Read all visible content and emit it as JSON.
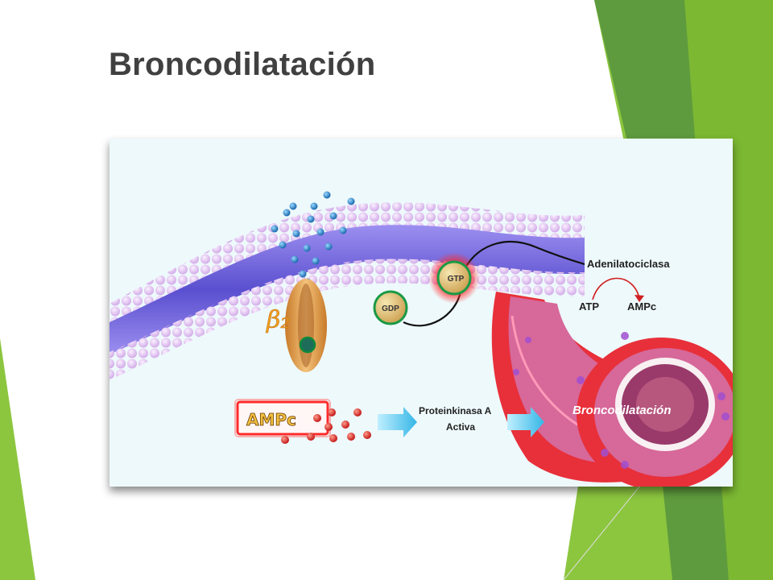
{
  "slide": {
    "title": "Broncodilatación"
  },
  "diagram": {
    "receptor_label": "β₂",
    "gdp_label": "GDP",
    "gtp_label": "GTP",
    "enzyme_label": "Adenilatociclasa",
    "atp_label": "ATP",
    "ampc_label": "AMPc",
    "ampc_box_label": "AMPc",
    "pka_line1": "Proteinkinasa A",
    "pka_line2": "Activa",
    "airway_label": "Broncodilatación"
  },
  "colors": {
    "accent_green": "#8cc63f",
    "dark_green": "#5e9b3e",
    "membrane_purple": "#7a6fd8",
    "lipid_head": "#e7c9f2",
    "airway_red": "#e8303a",
    "airway_pink": "#d6689a",
    "highlight_red": "#ff2a2a"
  }
}
